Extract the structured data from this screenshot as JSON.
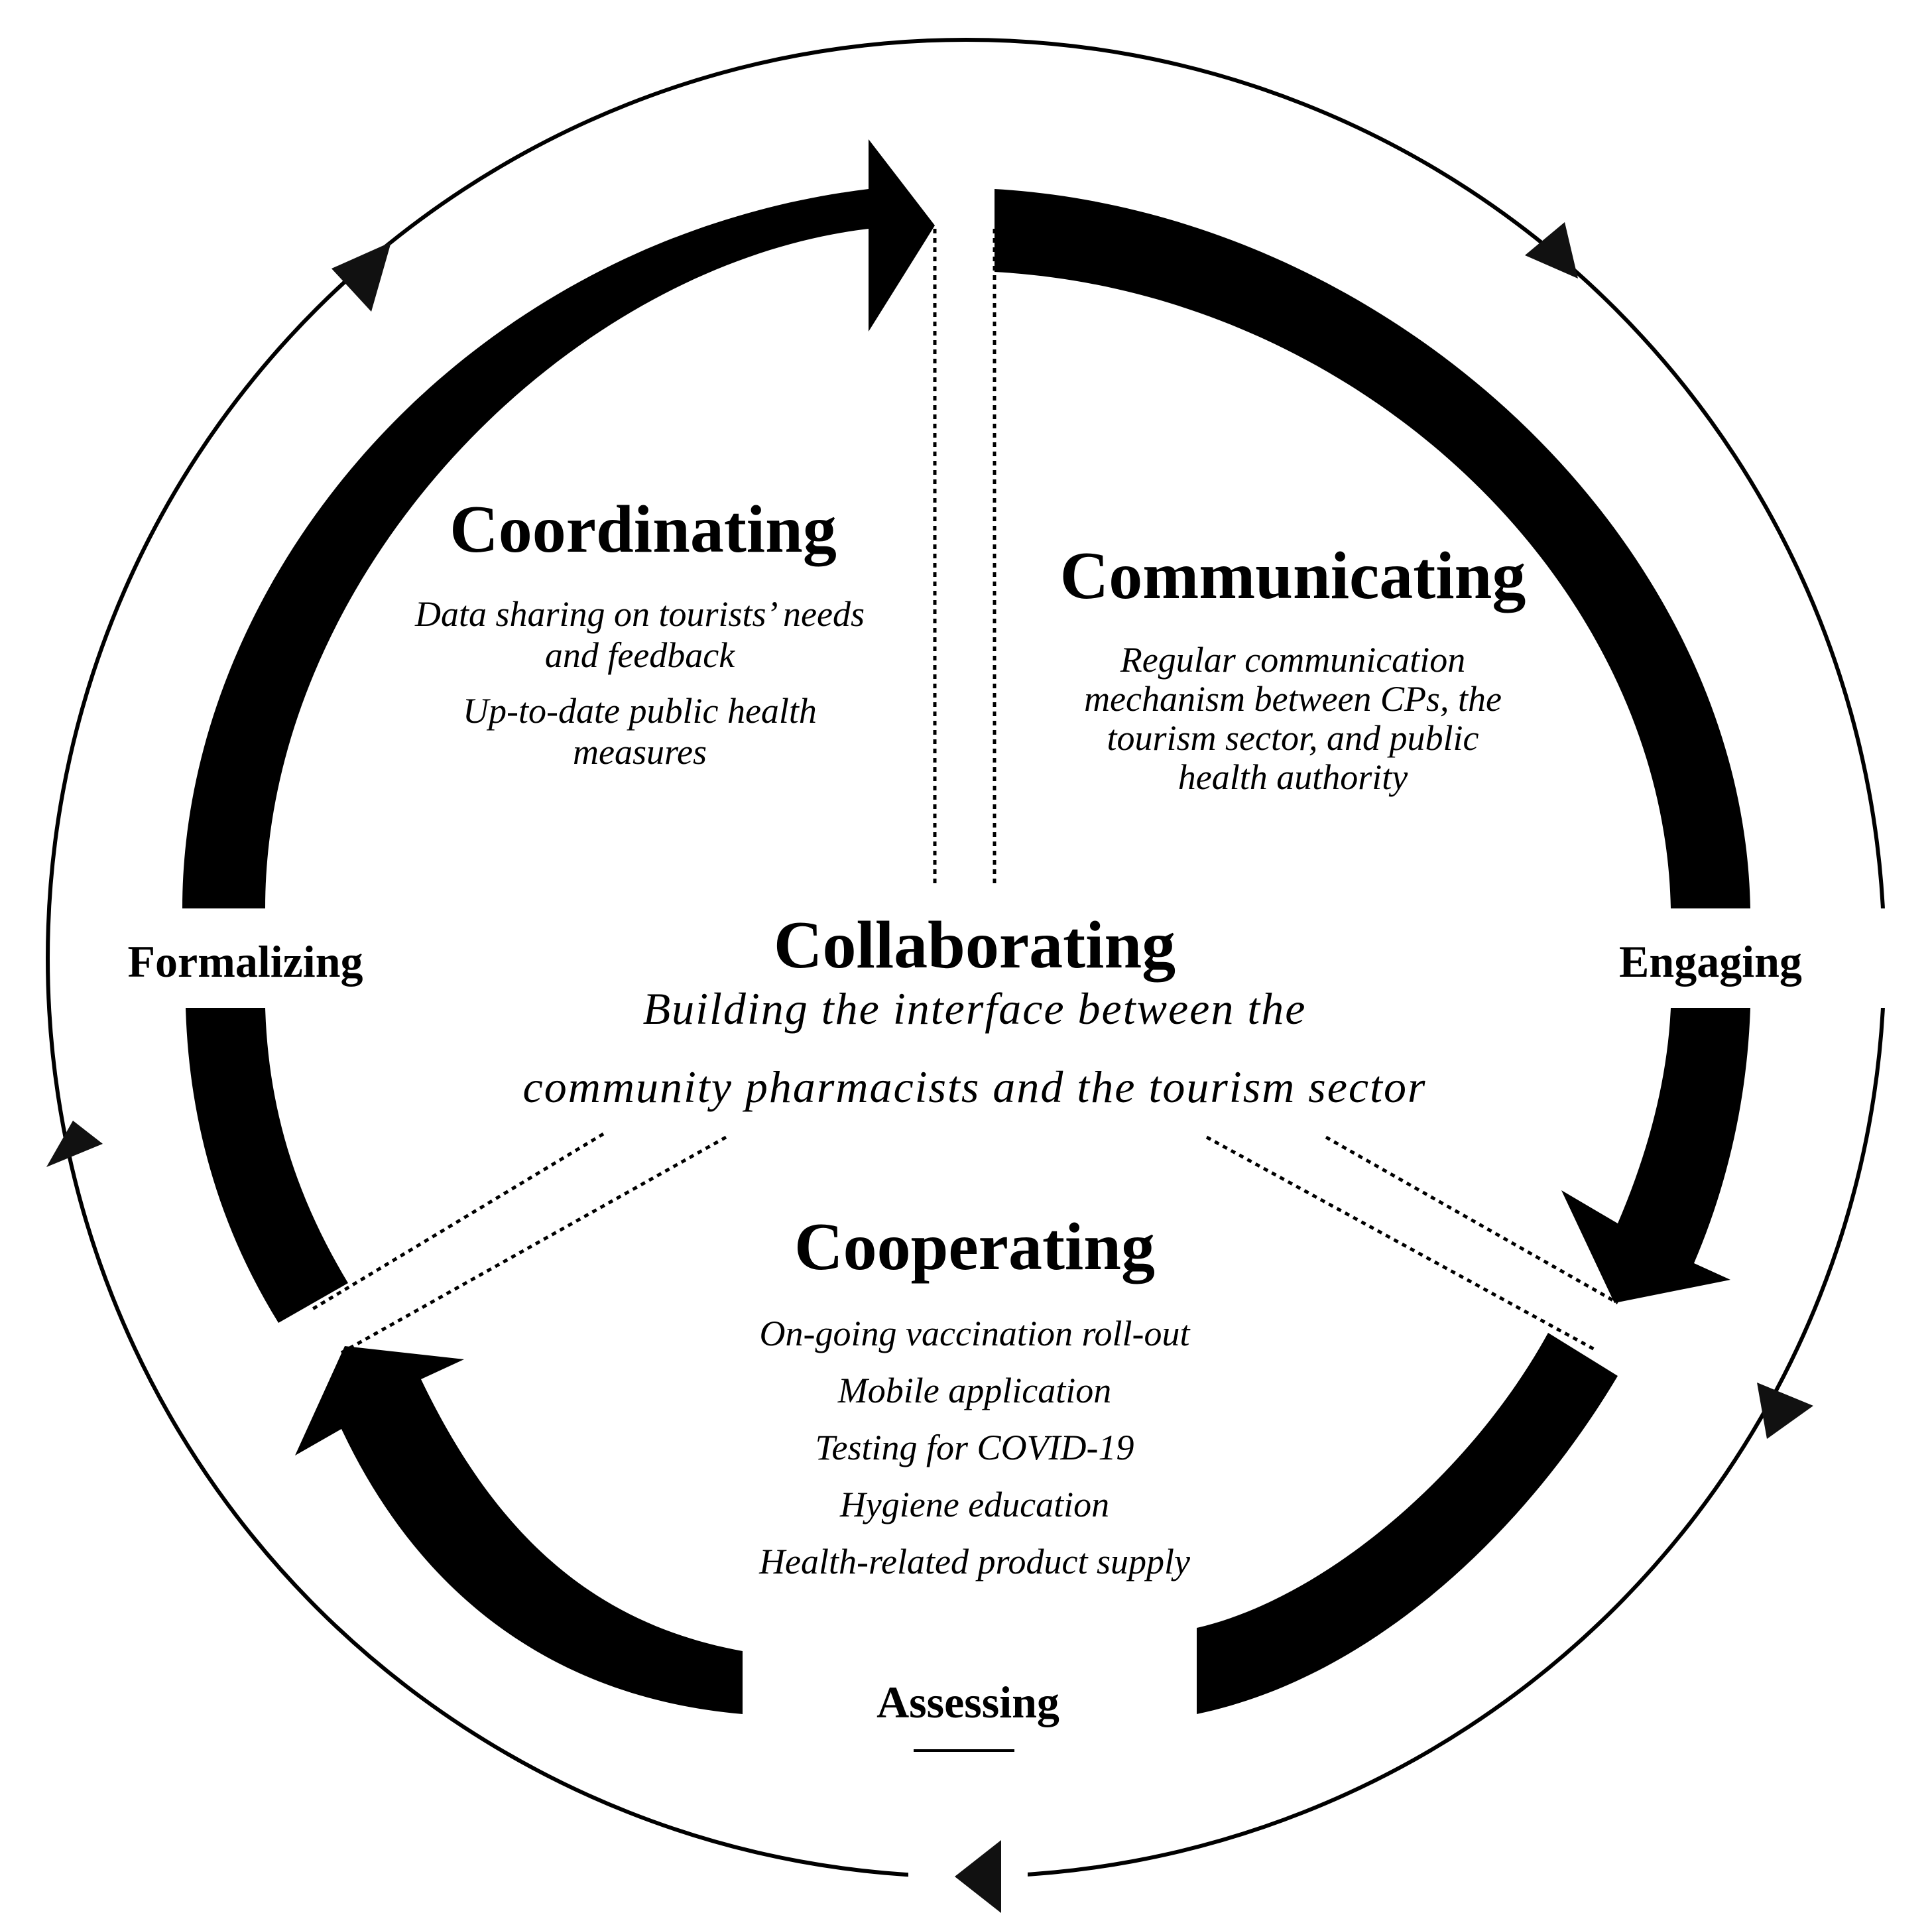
{
  "outer_cycle": {
    "formalizing": "Formalizing",
    "engaging": "Engaging",
    "assessing": "Assessing"
  },
  "center": {
    "title": "Collaborating",
    "subtitle_lines": [
      "Building the interface between the",
      "community pharmacists and the tourism sector"
    ]
  },
  "coordinating": {
    "title": "Coordinating",
    "items": [
      [
        "Data sharing on tourists’ needs",
        "and feedback"
      ],
      [
        "Up-to-date public health",
        "measures"
      ]
    ]
  },
  "communicating": {
    "title": "Communicating",
    "lines": [
      "Regular communication",
      "mechanism between CPs, the",
      "tourism sector, and public",
      "health authority"
    ]
  },
  "cooperating": {
    "title": "Cooperating",
    "items": [
      "On-going vaccination roll-out",
      "Mobile application",
      "Testing for COVID-19",
      "Hygiene education",
      "Health-related product supply"
    ]
  },
  "colors": {
    "ink": "#000000",
    "background": "#ffffff"
  }
}
